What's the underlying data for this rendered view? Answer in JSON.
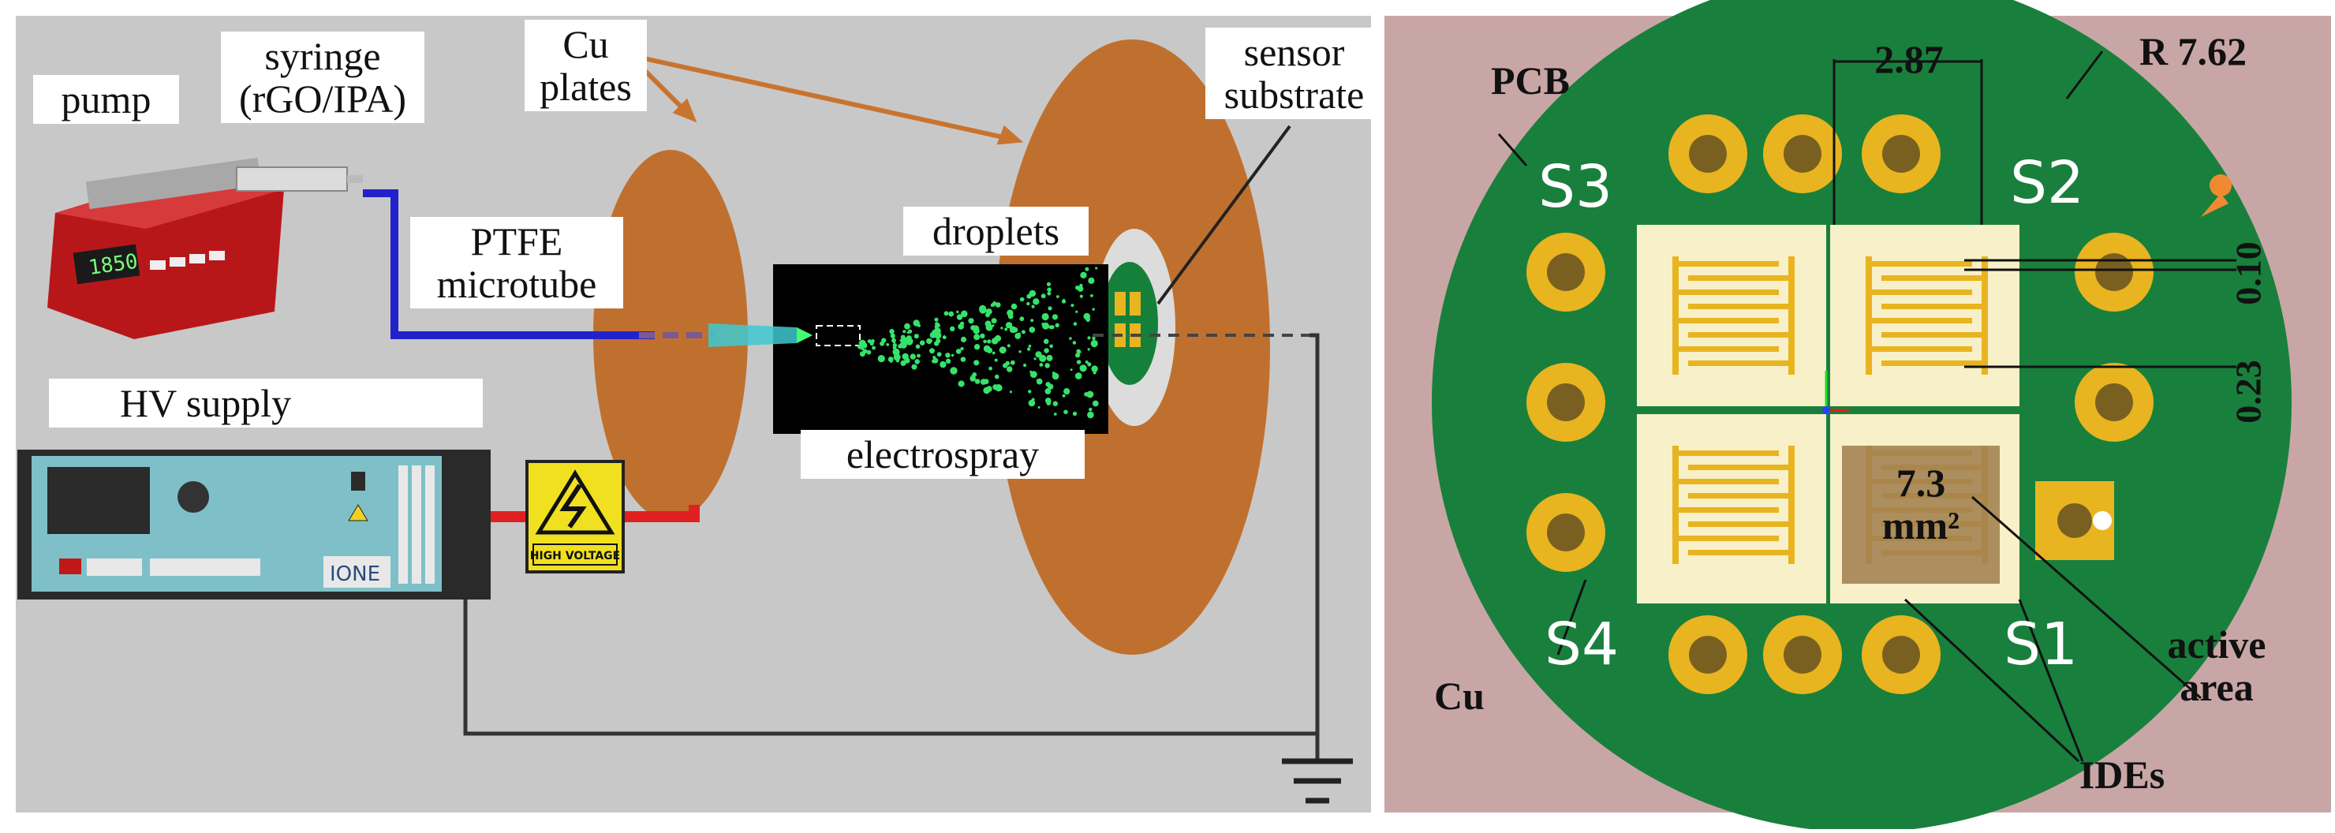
{
  "left_panel": {
    "labels": {
      "pump": "pump",
      "syringe": "syringe",
      "syringe_contents": "(rGO/IPA)",
      "cu_plates_line1": "Cu",
      "cu_plates_line2": "plates",
      "sensor_substrate_line1": "sensor",
      "sensor_substrate_line2": "substrate",
      "ptfe_line1": "PTFE",
      "ptfe_line2": "microtube",
      "droplets": "droplets",
      "hv_supply": "HV supply",
      "electrospray": "electrospray",
      "high_voltage_sign": "HIGH VOLTAGE",
      "ione_logo": "IONE",
      "pump_display": "1850"
    }
  },
  "right_panel": {
    "labels": {
      "pcb": "PCB",
      "radius": "R 7.62",
      "width_dim": "2.87",
      "gap_dim": "0.10",
      "finger_dim": "0.23",
      "area_value": "7.3",
      "area_unit": "mm²",
      "cu": "Cu",
      "active_area_line1": "active",
      "active_area_line2": "area",
      "ides": "IDEs",
      "s1": "S1",
      "s2": "S2",
      "s3": "S3",
      "s4": "S4"
    }
  },
  "colors": {
    "left_bg": "#c8c8c8",
    "right_bg": "#c9a6a6",
    "copper": "#c0702e",
    "pcb_green": "#18803c",
    "pad_gold": "#e8b420",
    "ide_cream": "#f8f0c8"
  }
}
